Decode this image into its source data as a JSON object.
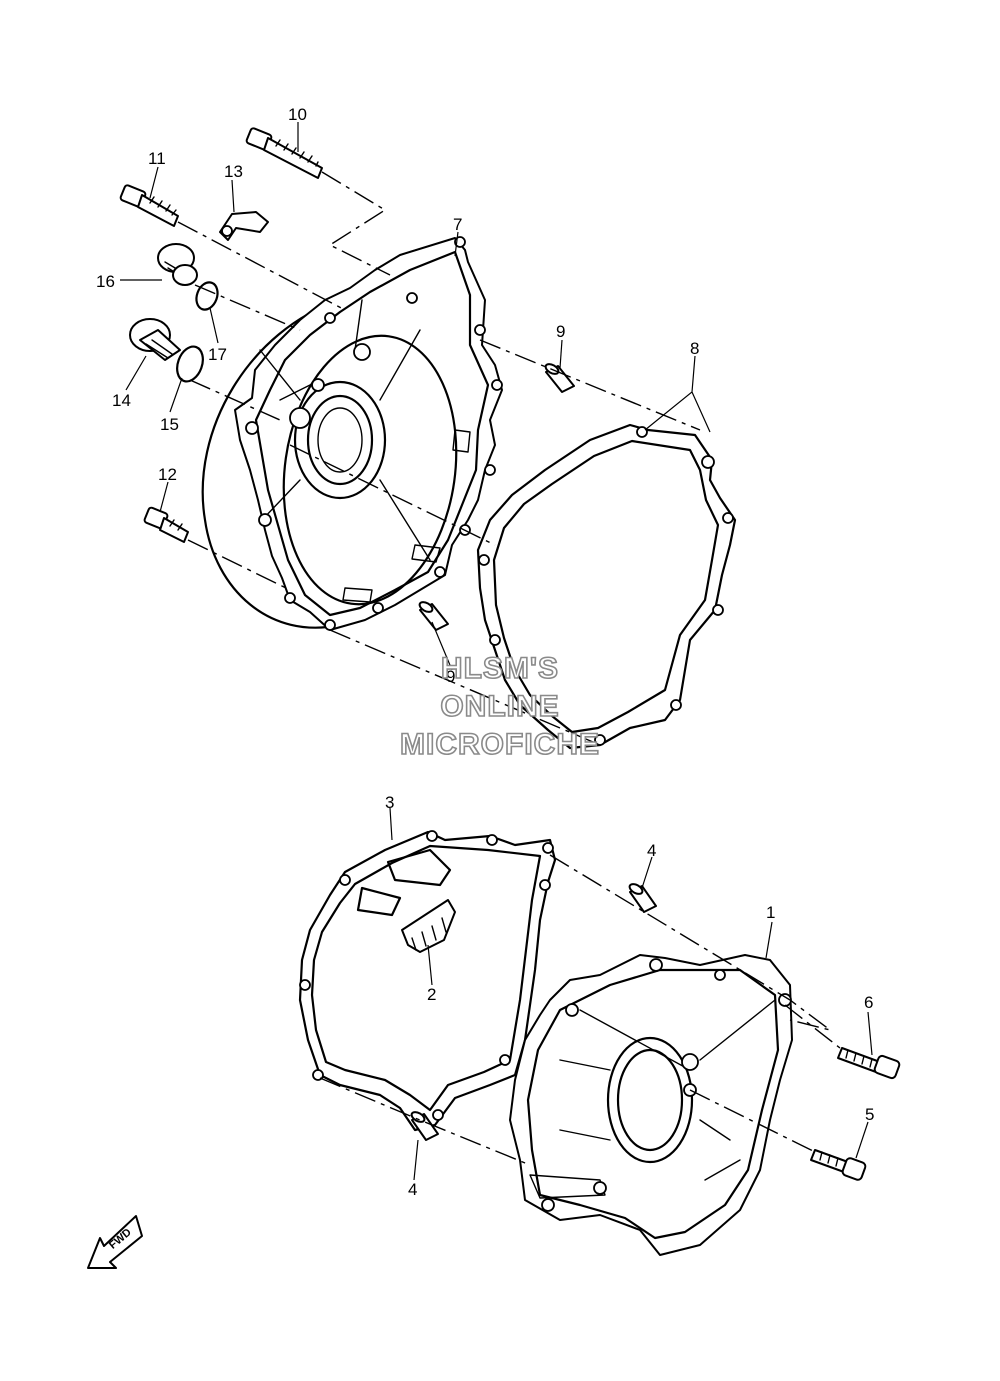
{
  "watermark": {
    "line1": "HLSM'S",
    "line2": "ONLINE",
    "line3": "MICROFICHE"
  },
  "direction_arrow": {
    "label": "FWD",
    "icon": "forward-arrow-icon"
  },
  "callouts": [
    {
      "id": "c1",
      "text": "1"
    },
    {
      "id": "c2",
      "text": "2"
    },
    {
      "id": "c3",
      "text": "3"
    },
    {
      "id": "c4a",
      "text": "4"
    },
    {
      "id": "c4b",
      "text": "4"
    },
    {
      "id": "c5",
      "text": "5"
    },
    {
      "id": "c6",
      "text": "6"
    },
    {
      "id": "c7",
      "text": "7"
    },
    {
      "id": "c8",
      "text": "8"
    },
    {
      "id": "c9a",
      "text": "9"
    },
    {
      "id": "c9b",
      "text": "9"
    },
    {
      "id": "c10",
      "text": "10"
    },
    {
      "id": "c11",
      "text": "11"
    },
    {
      "id": "c12",
      "text": "12"
    },
    {
      "id": "c13",
      "text": "13"
    },
    {
      "id": "c14",
      "text": "14"
    },
    {
      "id": "c15",
      "text": "15"
    },
    {
      "id": "c16",
      "text": "16"
    },
    {
      "id": "c17",
      "text": "17"
    }
  ]
}
